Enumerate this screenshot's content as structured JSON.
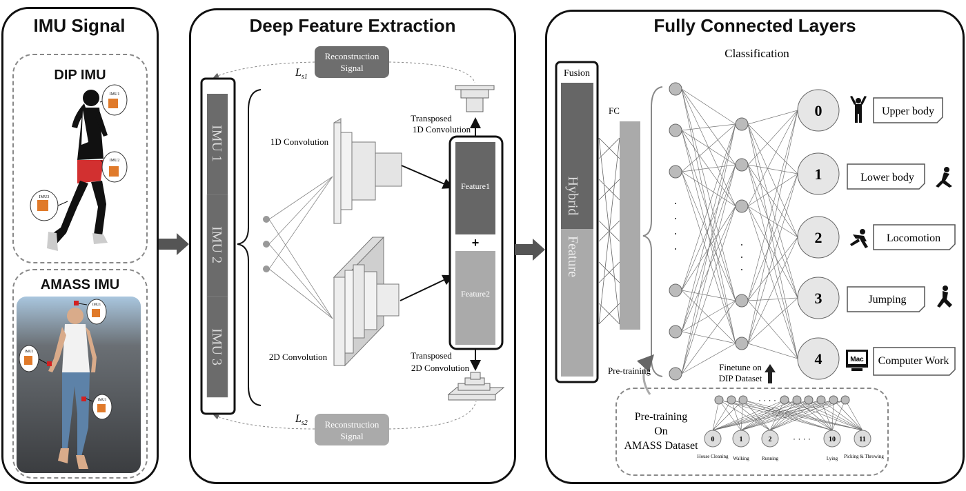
{
  "imu_panel": {
    "title": "IMU Signal",
    "dip_label": "DIP IMU",
    "amass_label": "AMASS IMU",
    "dip_sensors": [
      "IMU1",
      "IMU2",
      "IMU3"
    ],
    "amass_sensors": [
      "IMU1",
      "IMU2",
      "IMU3"
    ]
  },
  "feature_panel": {
    "title": "Deep Feature Extraction",
    "imu_blocks": [
      "IMU 1",
      "IMU 2",
      "IMU 3"
    ],
    "conv1d_label": "1D Convolution",
    "conv2d_label": "2D Convolution",
    "transposed_1d": [
      "Transposed",
      "1D Convolution"
    ],
    "transposed_2d": [
      "Transposed",
      "2D Convolution"
    ],
    "recon_top": [
      "Reconstruction",
      "Signal"
    ],
    "recon_bottom": [
      "Reconstruction",
      "Signal"
    ],
    "loss_top": "L",
    "loss_top_sub": "s1",
    "loss_bottom": "L",
    "loss_bottom_sub": "s2",
    "feature1": "Feature1",
    "feature2": "Feature2",
    "plus": "+"
  },
  "fc_panel": {
    "title": "Fully Connected Layers",
    "classification": "Classification",
    "fusion": "Fusion",
    "hybrid": "Hybrid",
    "feature": "Feature",
    "fc_label": "FC",
    "pretraining_arrow": "Pre-training",
    "finetune": [
      "Finetune on",
      "DIP Dataset"
    ],
    "classes": [
      {
        "num": "0",
        "label": "Upper body"
      },
      {
        "num": "1",
        "label": "Lower body"
      },
      {
        "num": "2",
        "label": "Locomotion"
      },
      {
        "num": "3",
        "label": "Jumping"
      },
      {
        "num": "4",
        "label": "Computer Work"
      }
    ],
    "mac_label": "Mac",
    "pretrain_box": [
      "Pre-training",
      "On",
      "AMASS Dataset"
    ],
    "pretrain_nodes": [
      {
        "num": "0",
        "label": "House Cleaning"
      },
      {
        "num": "1",
        "label": "Walking"
      },
      {
        "num": "2",
        "label": "Running"
      },
      {
        "num": "10",
        "label": "Lying"
      },
      {
        "num": "11",
        "label": "Picking & Throwing"
      }
    ],
    "ellipsis": "· · · ·"
  }
}
